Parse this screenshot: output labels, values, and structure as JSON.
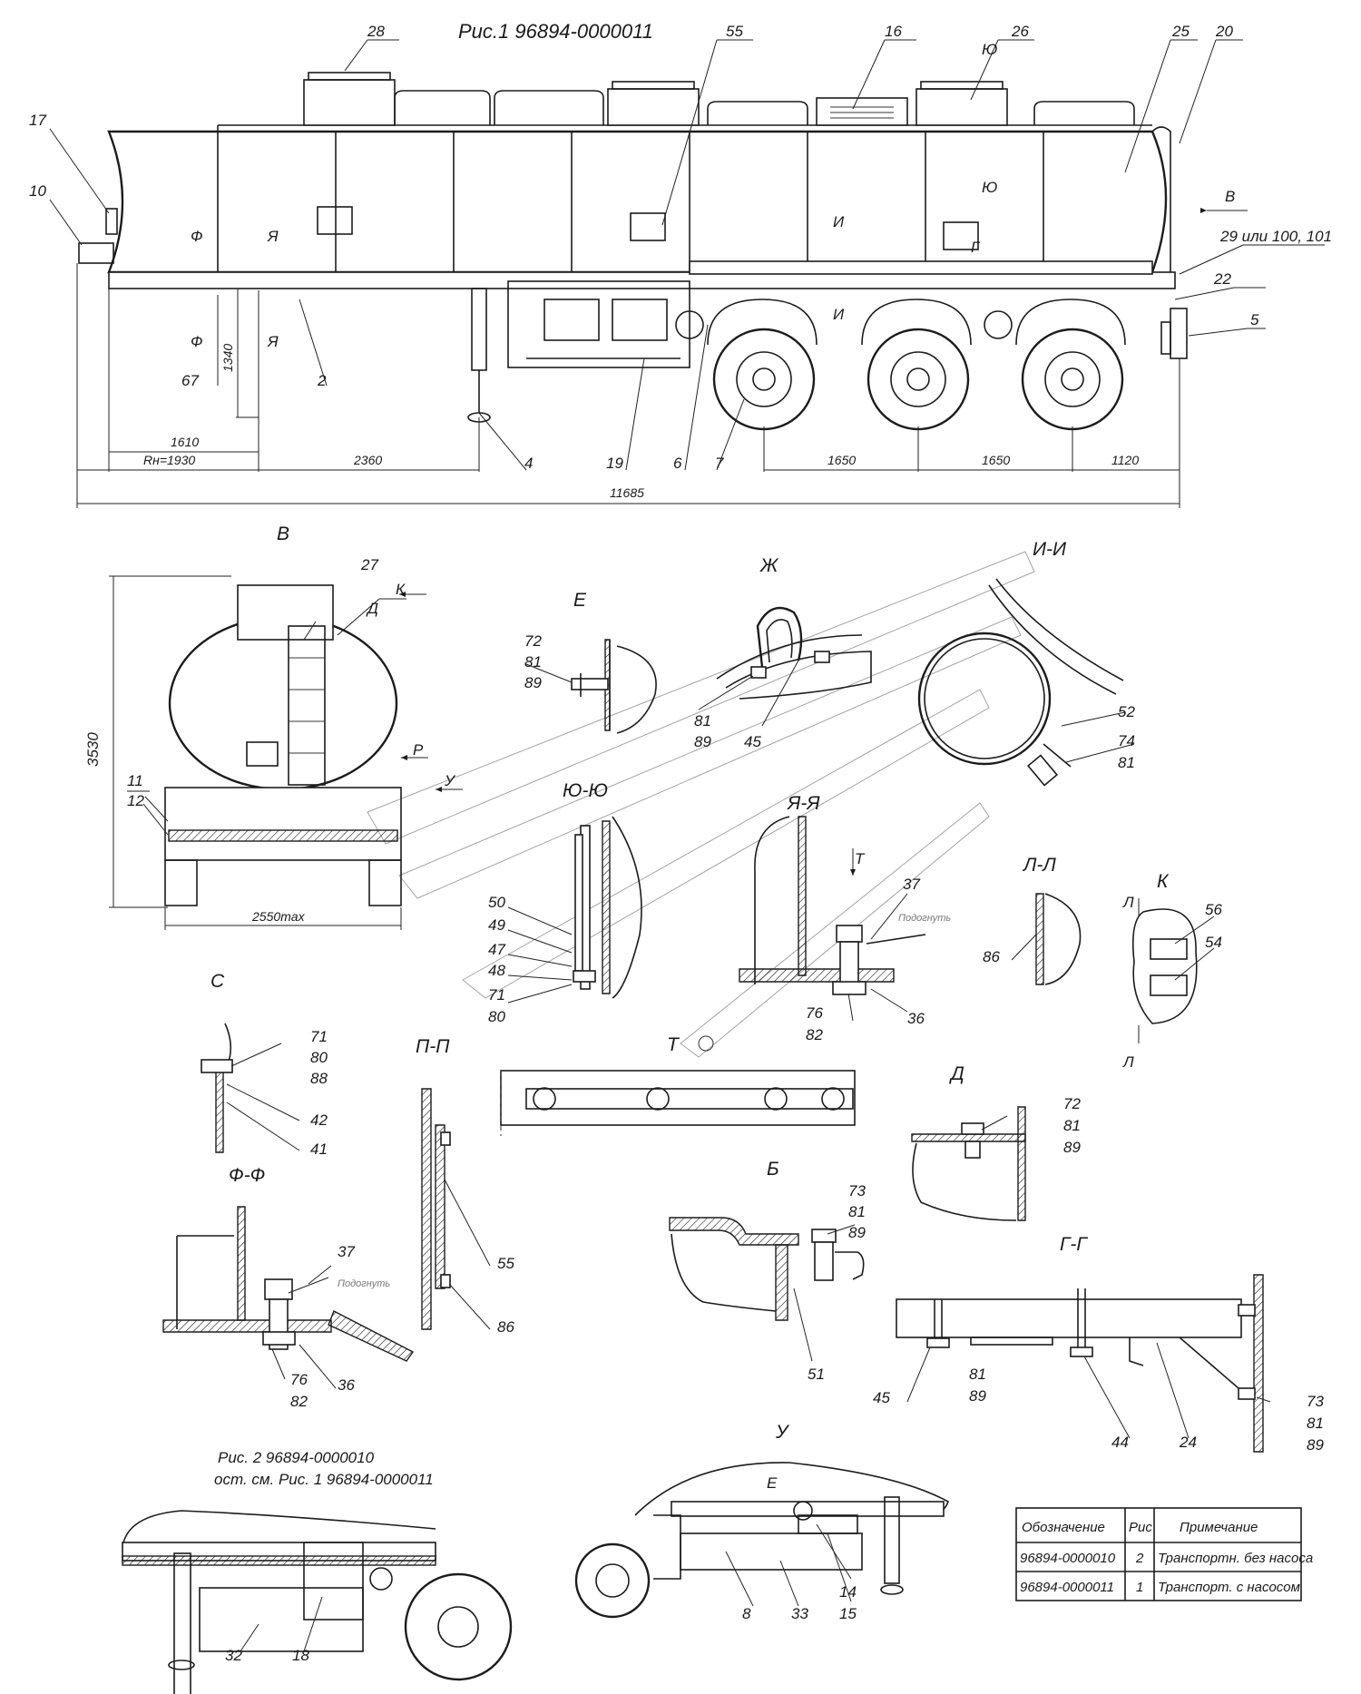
{
  "title": "Рис.1 96894-0000011",
  "fig2_title": "Рис. 2 96894-0000010",
  "fig2_subtitle": "ост. см. Рис. 1 96894-0000011",
  "main_view": {
    "callouts": [
      "28",
      "55",
      "16",
      "26",
      "25",
      "20",
      "17",
      "10",
      "29 или 100, 101",
      "22",
      "5",
      "67",
      "2",
      "4",
      "19",
      "6",
      "7"
    ],
    "section_marks": [
      "Ю",
      "Ю",
      "Ф",
      "Я",
      "Ф",
      "Я",
      "И",
      "И",
      "Г",
      "В"
    ],
    "dimensions": {
      "d1610": "1610",
      "rh": "Rн=1930",
      "d2360": "2360",
      "d1340": "1340",
      "d1650a": "1650",
      "d1650b": "1650",
      "d1120": "1120",
      "d11685": "11685"
    }
  },
  "view_v": {
    "label": "В",
    "callouts": [
      "27",
      "Д",
      "К",
      "Р",
      "У",
      "11",
      "12"
    ],
    "dimensions": {
      "height": "3530",
      "width": "2550max"
    }
  },
  "detail_e": {
    "label": "Е",
    "callouts": [
      "72",
      "81",
      "89"
    ]
  },
  "detail_zh": {
    "label": "Ж",
    "callouts": [
      "81",
      "89",
      "45"
    ]
  },
  "section_ii": {
    "label": "И-И",
    "callouts": [
      "52",
      "74",
      "81"
    ]
  },
  "section_yuyu": {
    "label": "Ю-Ю",
    "callouts": [
      "50",
      "49",
      "47",
      "48",
      "71",
      "80"
    ]
  },
  "section_yaya": {
    "label": "Я-Я",
    "mark": "Т",
    "note": "Подогнуть",
    "callouts": [
      "37",
      "76",
      "82",
      "36"
    ]
  },
  "section_ll": {
    "label": "Л-Л",
    "callouts": [
      "86"
    ]
  },
  "detail_k": {
    "label": "К",
    "marks": [
      "Л",
      "Л"
    ],
    "callouts": [
      "56",
      "54"
    ]
  },
  "detail_s": {
    "label": "С",
    "callouts": [
      "71",
      "80",
      "88",
      "42",
      "41"
    ]
  },
  "section_pp": {
    "label": "П-П",
    "callouts": [
      "55",
      "86"
    ]
  },
  "view_t": {
    "label": "Т"
  },
  "detail_d": {
    "label": "Д",
    "callouts": [
      "72",
      "81",
      "89"
    ]
  },
  "section_ff": {
    "label": "Ф-Ф",
    "note": "Подогнуть",
    "callouts": [
      "37",
      "76",
      "82",
      "36"
    ]
  },
  "detail_b": {
    "label": "Б",
    "callouts": [
      "73",
      "81",
      "89",
      "51"
    ]
  },
  "section_gg": {
    "label": "Г-Г",
    "callouts": [
      "45",
      "81",
      "89",
      "44",
      "24",
      "73",
      "81",
      "89"
    ]
  },
  "fig2": {
    "callouts": [
      "32",
      "18"
    ]
  },
  "view_u": {
    "label": "У",
    "mark": "Е",
    "callouts": [
      "8",
      "33",
      "14",
      "15"
    ]
  },
  "spec_table": {
    "headers": [
      "Обозначение",
      "Рис",
      "Примечание"
    ],
    "rows": [
      [
        "96894-0000010",
        "2",
        "Транспортн. без насоса"
      ],
      [
        "96894-0000011",
        "1",
        "Транспорт. с насосом"
      ]
    ]
  }
}
